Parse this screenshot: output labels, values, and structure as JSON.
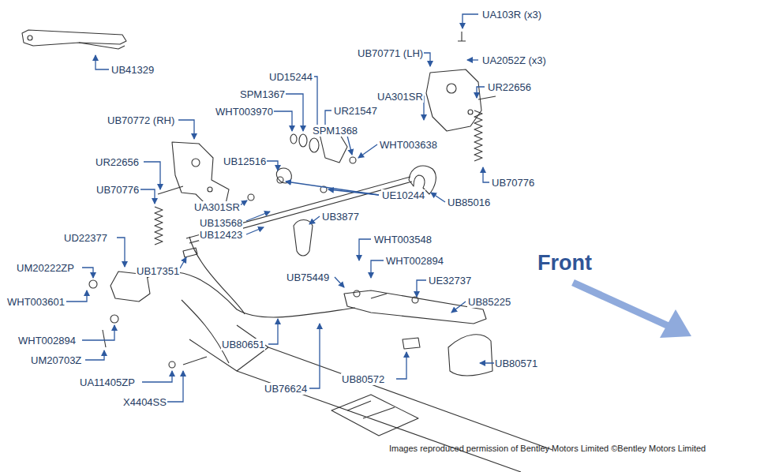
{
  "diagram": {
    "caption": "Images reproduced permission of Bentley Motors Limited ©Bentley Motors Limited",
    "labels": [
      "UA103R (x3)",
      "UB70771 (LH)",
      "UA2052Z (x3)",
      "UB41329",
      "UD15244",
      "UR22656",
      "SPM1367",
      "UA301SR",
      "WHT003970",
      "UR21547",
      "UB70772 (RH)",
      "SPM1368",
      "WHT003638",
      "UR22656",
      "UB12516",
      "UB70776",
      "UB70776",
      "UE10244",
      "UB85016",
      "UA301SR",
      "UB3877",
      "UB13568",
      "UB12423",
      "UD22377",
      "WHT003548",
      "WHT002894",
      "Front",
      "UM20222ZP",
      "UB17351",
      "UB75449",
      "UE32737",
      "WHT003601",
      "UB85225",
      "WHT002894",
      "UB80651",
      "UM20703Z",
      "UB80571",
      "UA11405ZP",
      "UB80572",
      "UB76624",
      "X4404SS"
    ]
  }
}
